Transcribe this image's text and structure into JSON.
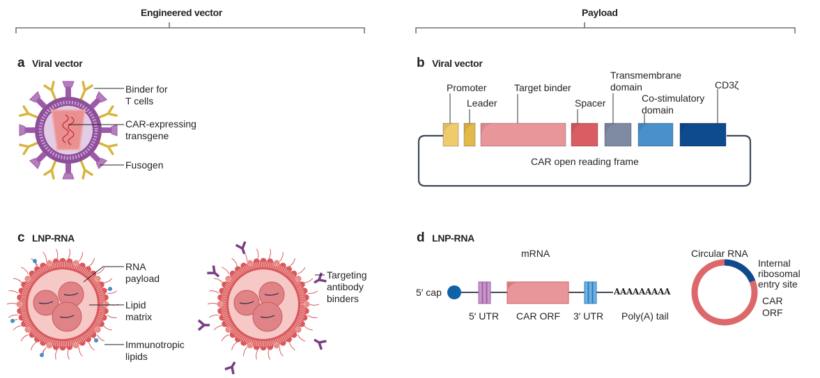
{
  "headers": {
    "left": "Engineered vector",
    "right": "Payload"
  },
  "panels": {
    "a": {
      "letter": "a",
      "title": "Viral vector",
      "labels": {
        "binder_line1": "Binder for",
        "binder_line2": "T cells",
        "car_line1": "CAR-expressing",
        "car_line2": "transgene",
        "fusogen": "Fusogen"
      }
    },
    "b": {
      "letter": "b",
      "title": "Viral vector",
      "segments": [
        {
          "label": "Promoter",
          "color": "#f0cb6e"
        },
        {
          "label": "Leader",
          "color": "#e3b94a"
        },
        {
          "label": "Target binder",
          "color": "#e8969a"
        },
        {
          "label": "Spacer",
          "color": "#d95d62"
        },
        {
          "label_line1": "Transmembrane",
          "label_line2": "domain",
          "color": "#7f8aa3"
        },
        {
          "label_line1": "Co-stimulatory",
          "label_line2": "domain",
          "color": "#4891cb"
        },
        {
          "label": "CD3ζ",
          "color": "#0d4a8e"
        }
      ],
      "frame_label": "CAR open reading frame"
    },
    "c": {
      "letter": "c",
      "title": "LNP-RNA",
      "labels": {
        "rna_line1": "RNA",
        "rna_line2": "payload",
        "lipid_line1": "Lipid",
        "lipid_line2": "matrix",
        "immuno_line1": "Immunotropic",
        "immuno_line2": "lipids",
        "target_line1": "Targeting",
        "target_line2": "antibody",
        "target_line3": "binders"
      }
    },
    "d": {
      "letter": "d",
      "title": "LNP-RNA",
      "mrna_title": "mRNA",
      "cap_label": "5′ cap",
      "polya_seq": "AAAAAAAAA",
      "bottom_labels": {
        "utr5": "5′ UTR",
        "orf": "CAR ORF",
        "utr3": "3′ UTR",
        "polya": "Poly(A) tail"
      },
      "circular": {
        "title": "Circular RNA",
        "ires_line1": "Internal",
        "ires_line2": "ribosomal",
        "ires_line3": "entry site",
        "orf_line1": "CAR",
        "orf_line2": "ORF",
        "ires_color": "#0d4a8e",
        "orf_color": "#dc686b"
      }
    }
  },
  "colors": {
    "virus_envelope": "#8e4e9a",
    "virus_interior": "#e2cde6",
    "binder": "#d7b53c",
    "fusogen": "#9d5aa8",
    "lnp_shell": "#d9585c",
    "lnp_core": "#f6c9c7",
    "rna_particle": "#df8386",
    "immuno_lipid": "#3f8fcc",
    "antibody": "#7a3c86",
    "cap": "#1062a6",
    "utr5": "#c897cb",
    "utr3": "#72b2e0",
    "line": "#3d4757"
  }
}
